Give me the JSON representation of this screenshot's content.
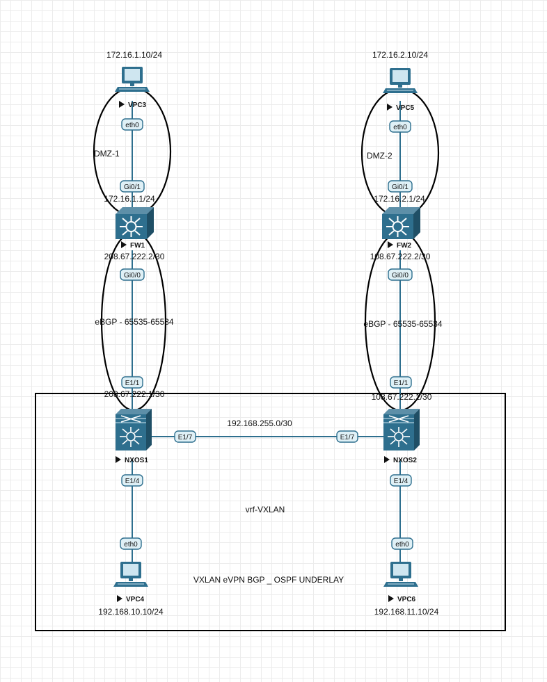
{
  "labels": {
    "vpc3_ip": "172.16.1.10/24",
    "vpc5_ip": "172.16.2.10/24",
    "vpc4_ip": "192.168.10.10/24",
    "vpc6_ip": "192.168.11.10/24",
    "fw1_in_ip": "172.16.1.1/24",
    "fw2_in_ip": "172.16.2.1/24",
    "fw1_out_ip": "208.67.222.2/30",
    "fw2_out_ip": "108.67.222.2/30",
    "nx1_ip": "208.67.222.1/30",
    "nx2_ip": "108.67.222.1/30",
    "dmz1": "DMZ-1",
    "dmz2": "DMZ-2",
    "ebgp1": "eBGP - 65535-65534",
    "ebgp2": "eBGP - 65535-65534",
    "interlink": "192.168.255.0/30",
    "vrf": "vrf-VXLAN",
    "vxlan": "VXLAN eVPN BGP _ OSPF UNDERLAY"
  },
  "nodes": {
    "vpc3": "VPC3",
    "vpc5": "VPC5",
    "fw1": "FW1",
    "fw2": "FW2",
    "nxos1": "NXOS1",
    "nxos2": "NXOS2",
    "vpc4": "VPC4",
    "vpc6": "VPC6"
  },
  "ports": {
    "vpc3_eth0": "eth0",
    "fw1_gi01": "Gi0/1",
    "fw1_gi00": "Gi0/0",
    "nx1_e11": "E1/1",
    "nx1_e17": "E1/7",
    "nx1_e14": "E1/4",
    "vpc4_eth0": "eth0",
    "vpc5_eth0": "eth0",
    "fw2_gi01": "Gi0/1",
    "fw2_gi00": "Gi0/0",
    "nx2_e11": "E1/1",
    "nx2_e17": "E1/7",
    "nx2_e14": "E1/4",
    "vpc6_eth0": "eth0"
  },
  "colors": {
    "device_blue": "#2e6f8e",
    "port_fill": "#dff0f6",
    "grid": "#ececec"
  }
}
